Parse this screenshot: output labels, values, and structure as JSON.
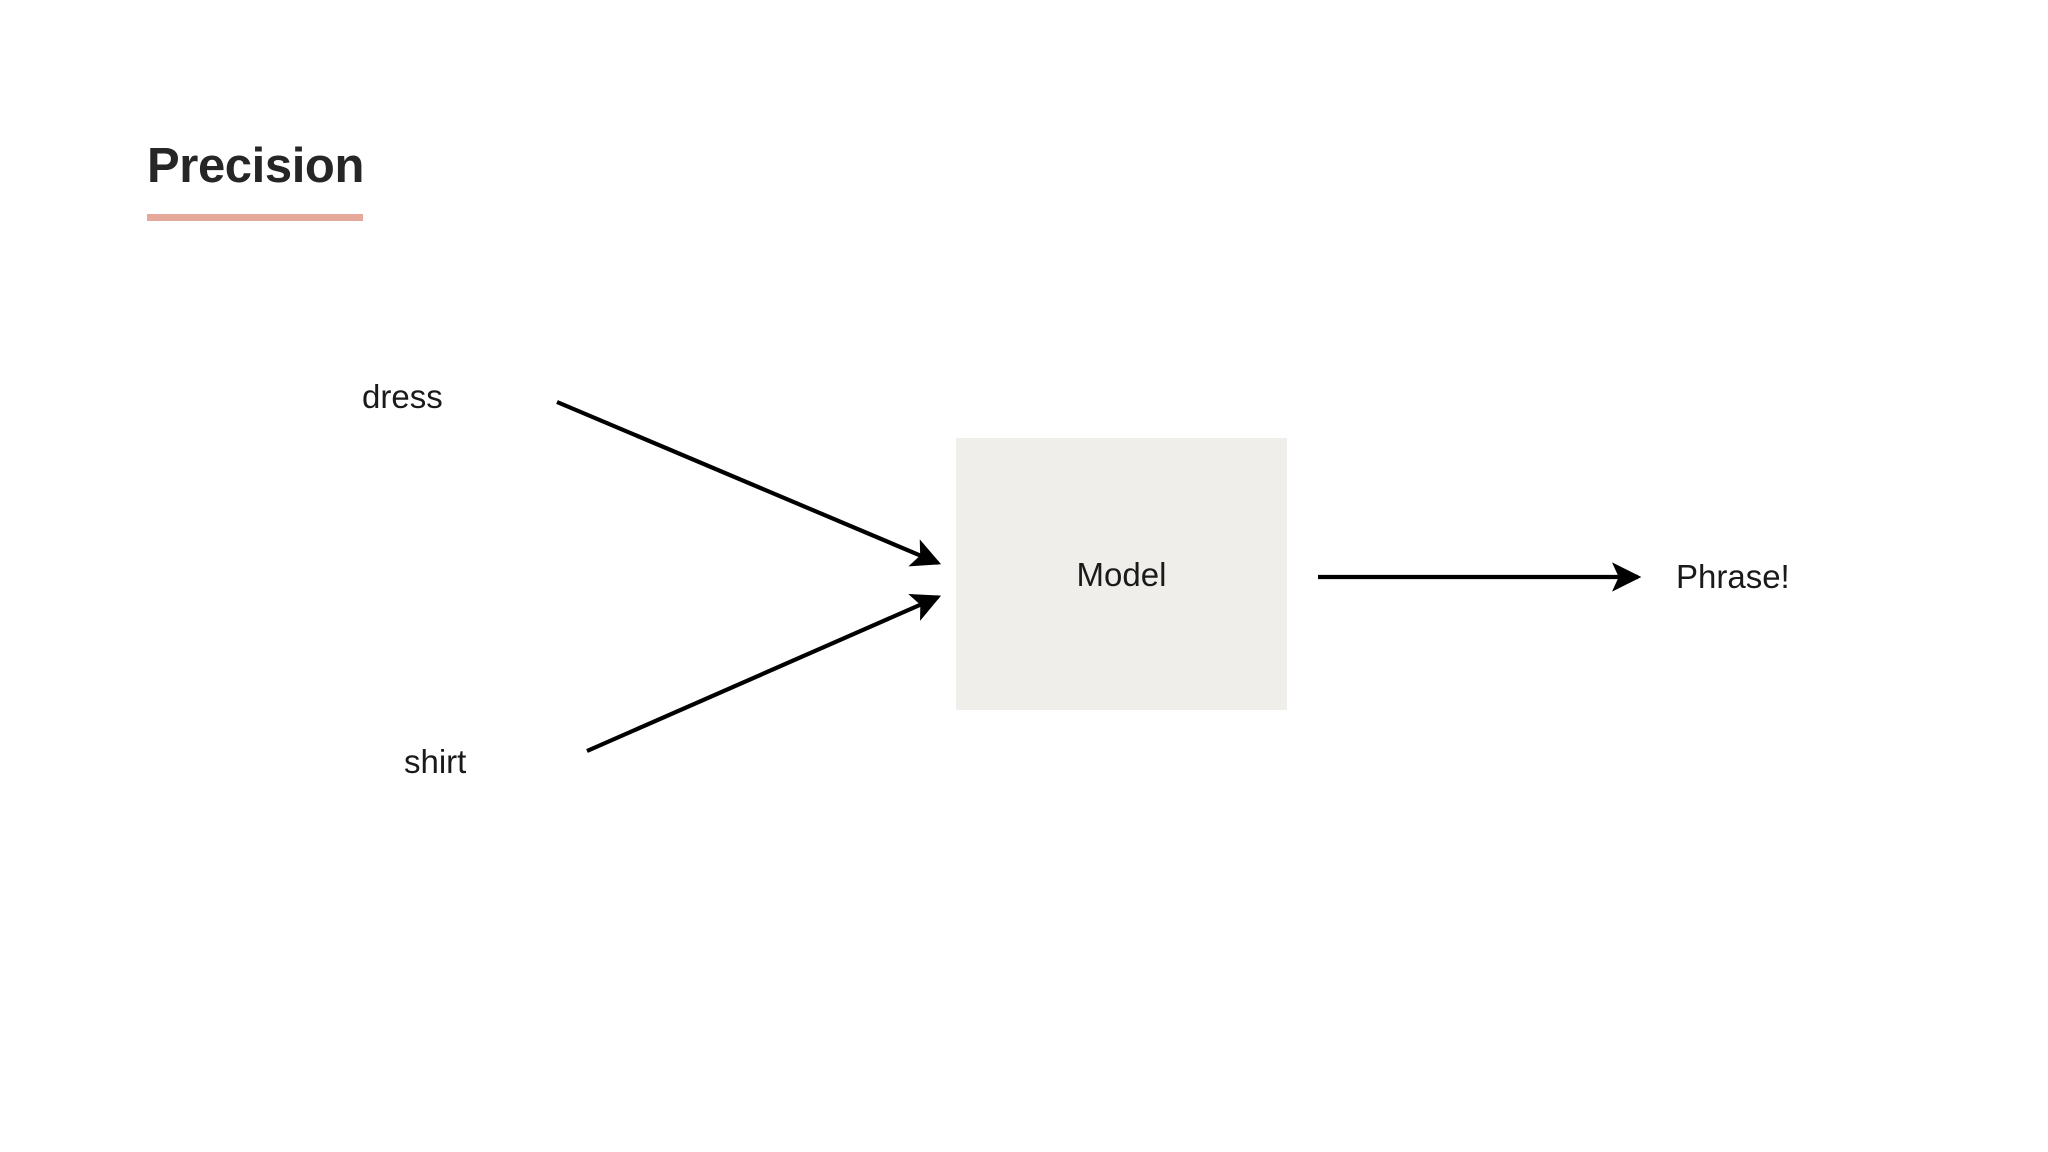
{
  "slide": {
    "title": "Precision",
    "background_color": "#ffffff",
    "accent_color": "#e5a99a",
    "text_color": "#1a1a1a",
    "title_color": "#262626"
  },
  "diagram": {
    "type": "flow",
    "node": {
      "label": "Model",
      "fill_color": "#efeeea"
    },
    "inputs": [
      {
        "label": "dress"
      },
      {
        "label": "shirt"
      }
    ],
    "outputs": [
      {
        "label": "Phrase!"
      }
    ],
    "connectors": [
      {
        "name": "dress-to-model",
        "from": "dress",
        "to": "Model",
        "style": "arrow"
      },
      {
        "name": "shirt-to-model",
        "from": "shirt",
        "to": "Model",
        "style": "arrow"
      },
      {
        "name": "model-to-phrase",
        "from": "Model",
        "to": "Phrase!",
        "style": "arrow"
      }
    ]
  }
}
